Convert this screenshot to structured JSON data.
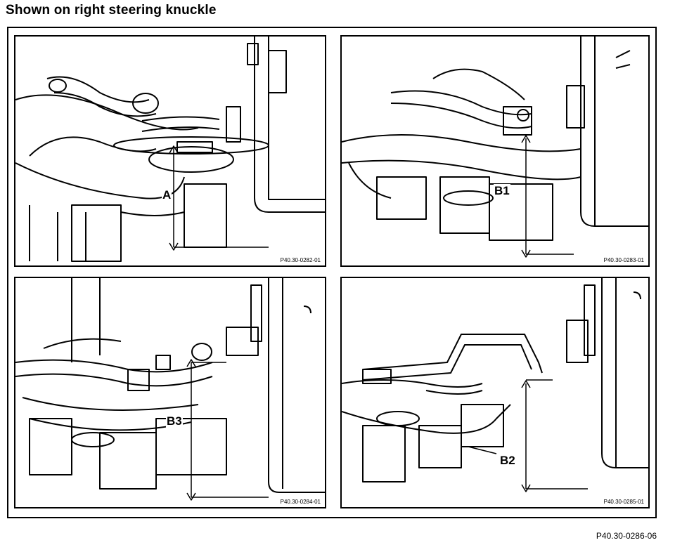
{
  "title": "Shown on right steering knuckle",
  "figure_ref": "P40.30-0286-06",
  "panels": [
    {
      "label": "A",
      "code": "P40.30-0282-01"
    },
    {
      "label": "B1",
      "code": "P40.30-0283-01"
    },
    {
      "label": "B3",
      "code": "P40.30-0284-01"
    },
    {
      "label": "B2",
      "code": "P40.30-0285-01"
    }
  ]
}
